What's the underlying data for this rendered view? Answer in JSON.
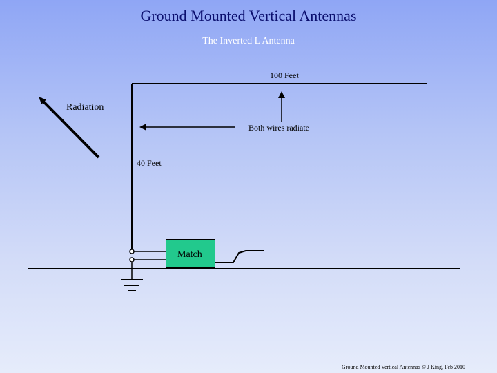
{
  "slide": {
    "title": "Ground Mounted Vertical Antennas",
    "subtitle": "The Inverted L Antenna",
    "footer": "Ground Mounted Vertical Antennas © J King, Feb 2010"
  },
  "diagram": {
    "radiation_label": "Radiation",
    "horizontal_length_label": "100 Feet",
    "both_wires_label": "Both wires radiate",
    "vertical_height_label": "40 Feet",
    "match_label": "Match",
    "colors": {
      "match_box": "#22c98d",
      "title": "#0b0f6e",
      "subtitle": "#ffffff"
    }
  }
}
